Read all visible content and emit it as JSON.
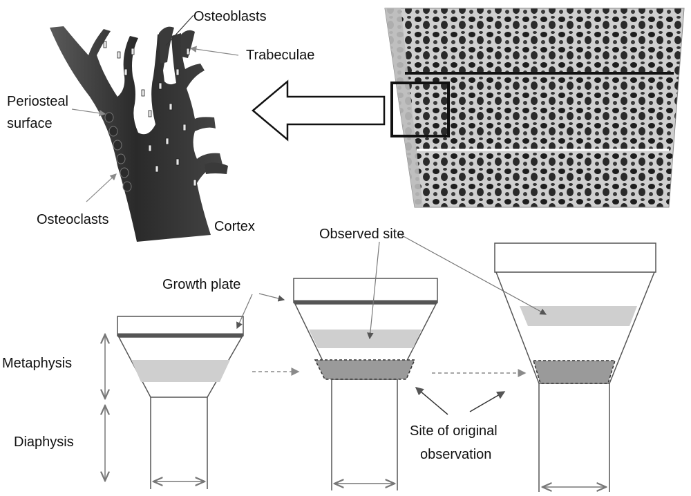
{
  "labels": {
    "osteoblasts": "Osteoblasts",
    "trabeculae": "Trabeculae",
    "periosteal_line1": "Periosteal",
    "periosteal_line2": "surface",
    "osteoclasts": "Osteoclasts",
    "cortex": "Cortex",
    "observed_site": "Observed site",
    "growth_plate": "Growth plate",
    "metaphysis": "Metaphysis",
    "diaphysis": "Diaphysis",
    "original_line1": "Site of original",
    "original_line2": "observation"
  },
  "colors": {
    "bone_dark": "#2f2f2f",
    "plate_band": "#555555",
    "observed_band": "#cfcfcf",
    "original_band": "#9a9a9a",
    "arrow_gray": "#8a8a8a"
  }
}
